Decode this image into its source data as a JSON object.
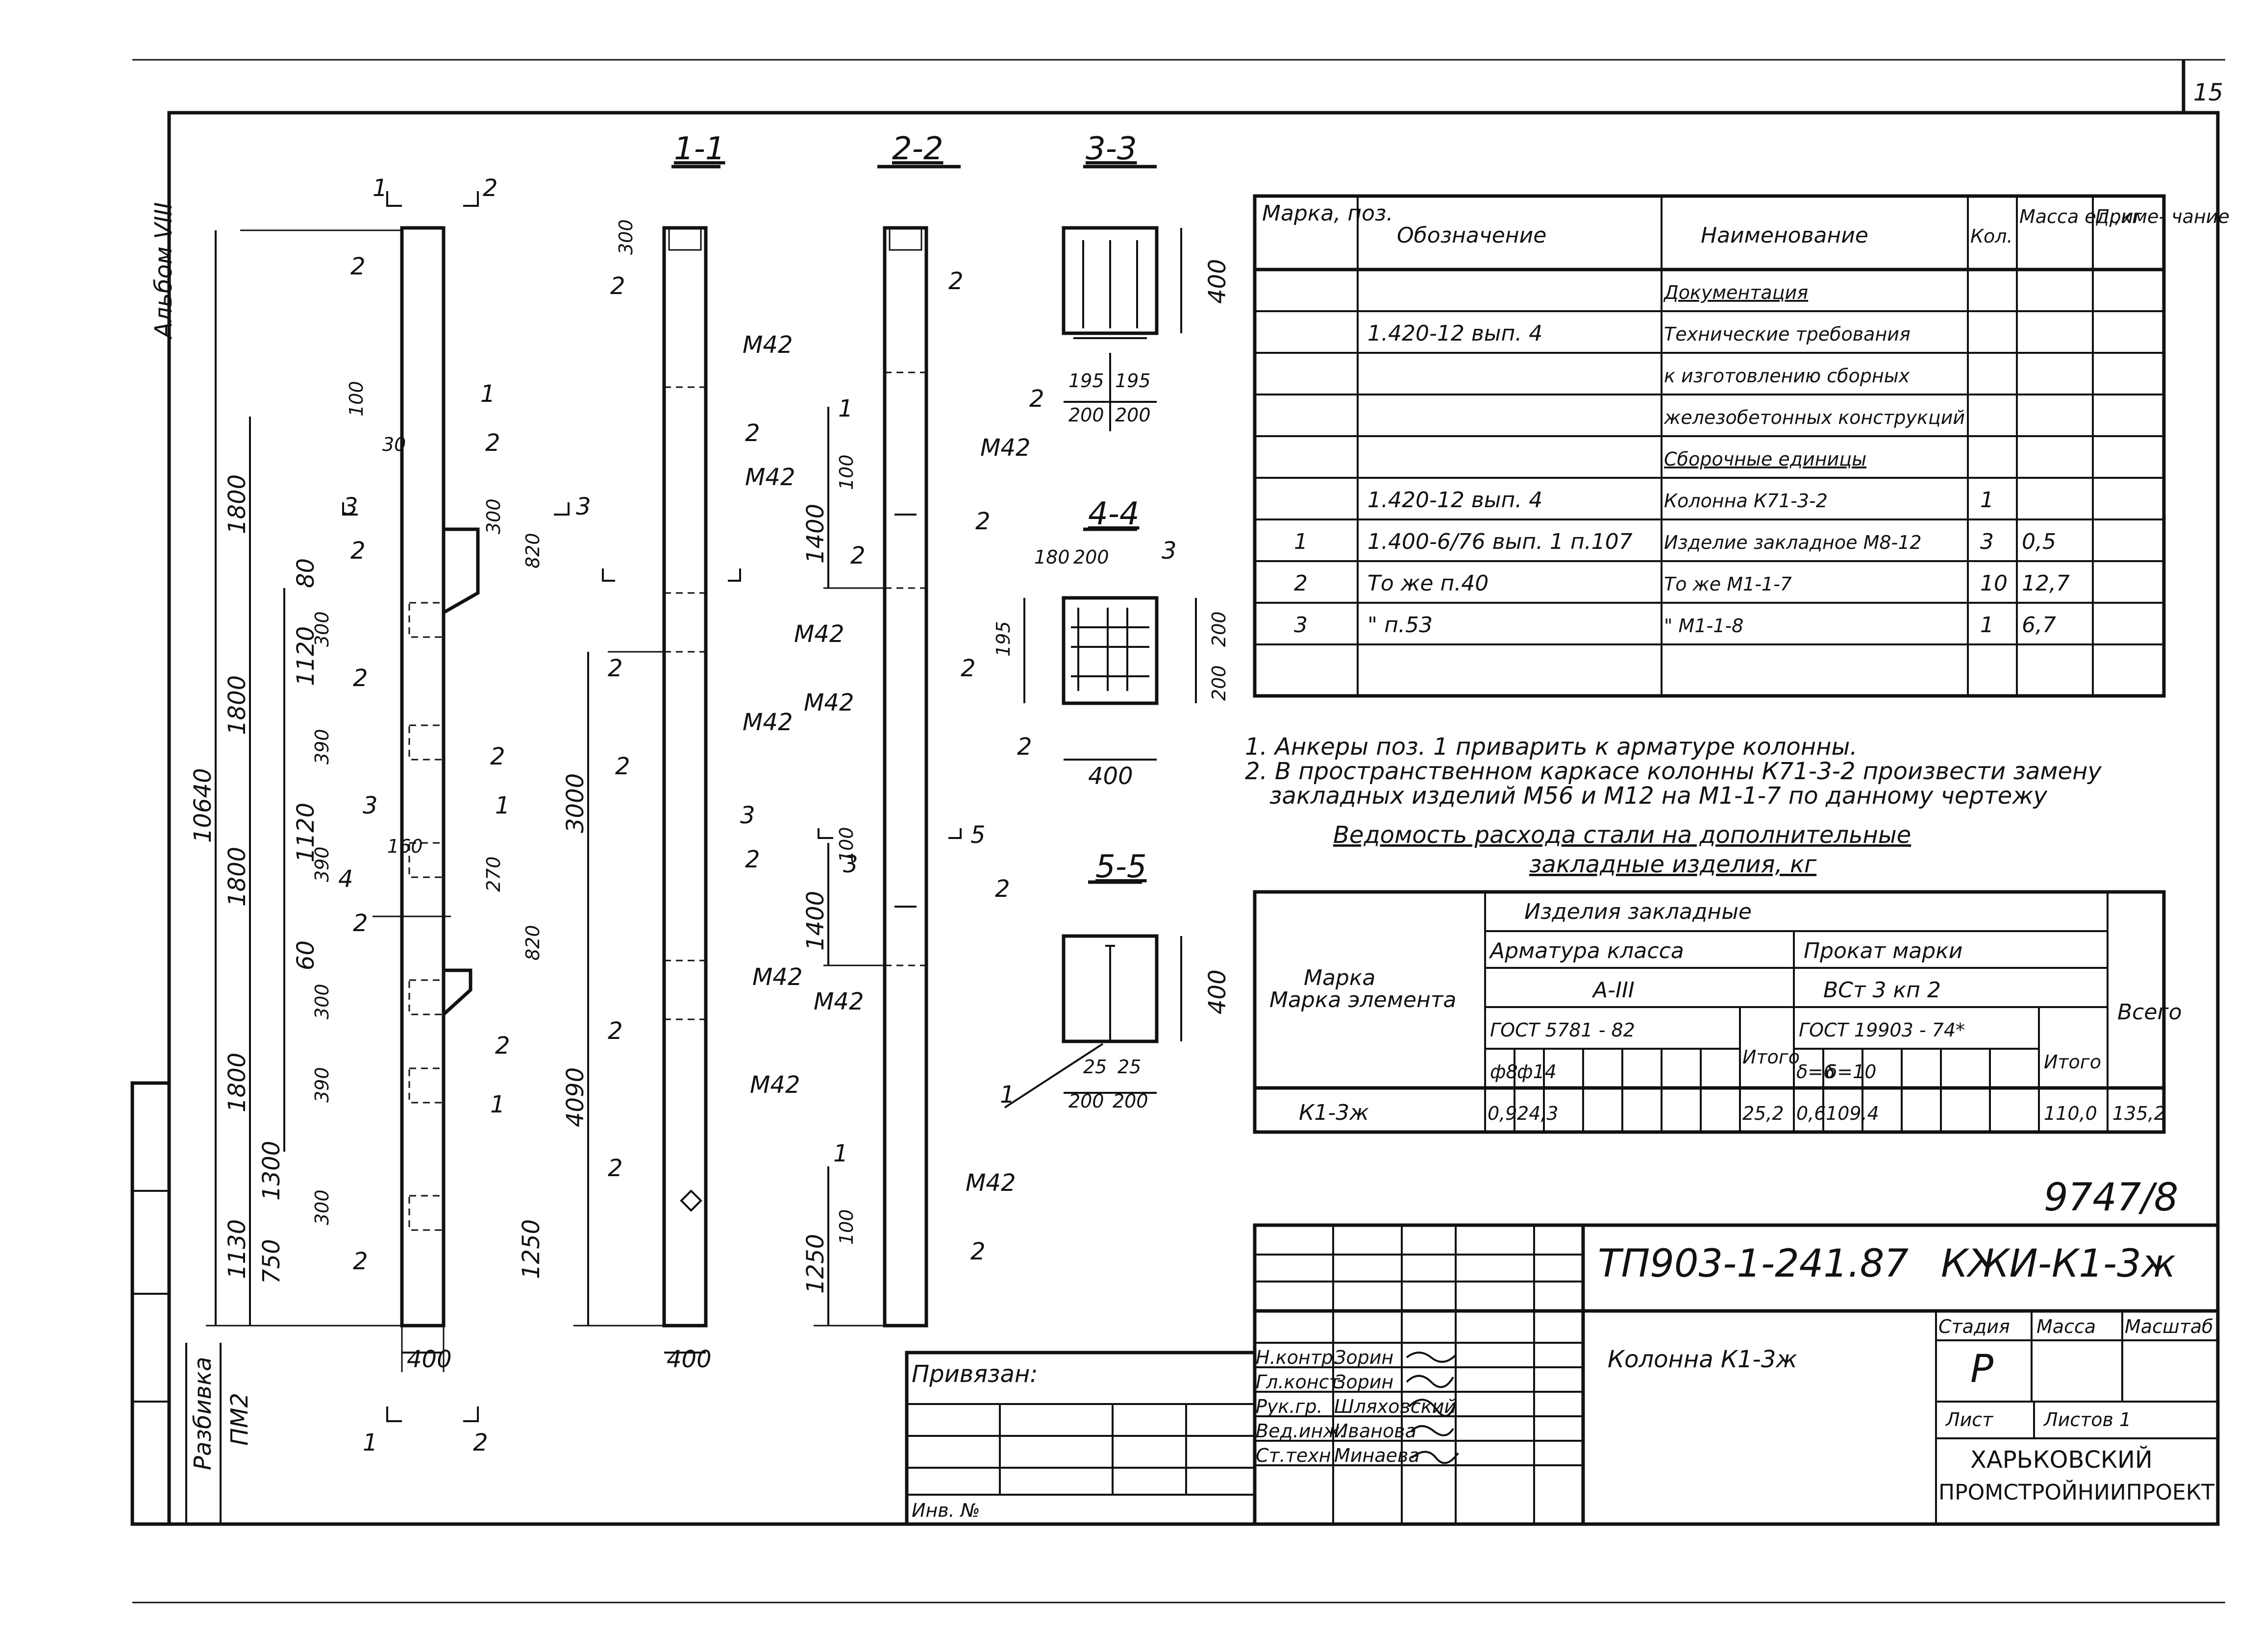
{
  "sheet": {
    "number": "15",
    "album": "Альбом VIII",
    "archive_no": "9747/8"
  },
  "sections": {
    "s11": "1-1",
    "s22": "2-2",
    "s33": "3-3",
    "s44": "4-4",
    "s55": "5-5"
  },
  "elevation": {
    "total_height": "10640",
    "dims_left": [
      "1800",
      "1800",
      "1800",
      "1800",
      "1130",
      "750",
      "1300"
    ],
    "dims_inner": [
      "80",
      "1120",
      "1120",
      "60"
    ],
    "dims_small": [
      "300",
      "390",
      "390",
      "300",
      "390",
      "300"
    ],
    "dims_misc": [
      "100",
      "100",
      "30",
      "100",
      "300",
      "820",
      "270",
      "820",
      "1250",
      "160"
    ],
    "width_400": "400",
    "marks": {
      "m1": "1",
      "m2": "2",
      "m3": "3",
      "m4": "4",
      "m5": "5"
    },
    "heights_11": [
      "3000",
      "4090",
      "300"
    ],
    "heights_22": [
      "1400",
      "1400",
      "1250",
      "100"
    ],
    "m42": "M42"
  },
  "section_dims": {
    "s33": [
      "195",
      "195",
      "200",
      "200",
      "400"
    ],
    "s44": [
      "180",
      "200",
      "195",
      "200",
      "200",
      "400"
    ],
    "s55": [
      "25",
      "25",
      "200",
      "200",
      "400"
    ]
  },
  "spec_table": {
    "headers": [
      "Марка, поз.",
      "Обозначение",
      "Наименование",
      "Кол.",
      "Масса ед.,кг",
      "Приме- чание"
    ],
    "rows": [
      {
        "pos": "",
        "des": "",
        "name": "Документация",
        "qty": "",
        "mass": "",
        "note": ""
      },
      {
        "pos": "",
        "des": "1.420-12 вып. 4",
        "name": "Технические требования",
        "qty": "",
        "mass": "",
        "note": ""
      },
      {
        "pos": "",
        "des": "",
        "name": "к изготовлению сборных",
        "qty": "",
        "mass": "",
        "note": ""
      },
      {
        "pos": "",
        "des": "",
        "name": "железобетонных конструкций",
        "qty": "",
        "mass": "",
        "note": ""
      },
      {
        "pos": "",
        "des": "",
        "name": "Сборочные единицы",
        "qty": "",
        "mass": "",
        "note": ""
      },
      {
        "pos": "",
        "des": "1.420-12 вып. 4",
        "name": "Колонна К71-3-2",
        "qty": "1",
        "mass": "",
        "note": ""
      },
      {
        "pos": "1",
        "des": "1.400-6/76 вып. 1 п.107",
        "name": "Изделие закладное М8-12",
        "qty": "3",
        "mass": "0,5",
        "note": ""
      },
      {
        "pos": "2",
        "des": "То же      п.40",
        "name": "То же      М1-1-7",
        "qty": "10",
        "mass": "12,7",
        "note": ""
      },
      {
        "pos": "3",
        "des": "\"      п.53",
        "name": "\"      М1-1-8",
        "qty": "1",
        "mass": "6,7",
        "note": ""
      },
      {
        "pos": "",
        "des": "",
        "name": "",
        "qty": "",
        "mass": "",
        "note": ""
      }
    ]
  },
  "notes": [
    "1. Анкеры поз. 1 приварить к арматуре колонны.",
    "2. В пространственном каркасе колонны К71-3-2 произвести замену",
    "закладных изделий М56 и М12 на М1-1-7 по данному чертежу"
  ],
  "steel_table": {
    "title1": "Ведомость расхода стали на дополнительные",
    "title2": "закладные изделия, кг",
    "h_mark": "Марка элемента",
    "h_items": "Изделия закладные",
    "h_rebar": "Арматура класса",
    "h_rolled": "Прокат марки",
    "h_a3": "А-III",
    "h_vst": "ВСт 3 кп 2",
    "h_gost1": "ГОСТ 5781 - 82",
    "h_gost2": "ГОСТ 19903 - 74*",
    "h_total": "Итого",
    "h_total2": "Итого",
    "h_all": "Всего",
    "h_f8": "ф8",
    "h_f14": "ф14",
    "h_d6": "δ=6",
    "h_d10": "δ=10",
    "row": {
      "mark": "К1-3ж",
      "f8": "0,9",
      "f14": "24,3",
      "tot1": "25,2",
      "d6": "0,6",
      "d10": "109,4",
      "tot2": "110,0",
      "all": "135,2"
    }
  },
  "title_block": {
    "code": "ТП903-1-241.87",
    "doc": "КЖИ-К1-3ж",
    "name": "Колонна К1-3ж",
    "stage_h": "Стадия",
    "mass_h": "Масса",
    "scale_h": "Масштаб",
    "stage": "Р",
    "sheet_h": "Лист",
    "sheets_h": "Листов 1",
    "org1": "ХАРЬКОВСКИЙ",
    "org2": "ПРОМСТРОЙНИИПРОЕКТ",
    "privyazan": "Привязан:",
    "inv": "Инв. №",
    "razbivka": "Разбивка",
    "razbivka_val": "ПМ2",
    "signers": [
      {
        "role": "Н.контр.",
        "name": "Зорин"
      },
      {
        "role": "Гл.конст.",
        "name": "Зорин"
      },
      {
        "role": "Рук.гр.",
        "name": "Шляховский"
      },
      {
        "role": "Вед.инж.",
        "name": "Иванова"
      },
      {
        "role": "Ст.техн.",
        "name": "Минаева"
      }
    ]
  }
}
